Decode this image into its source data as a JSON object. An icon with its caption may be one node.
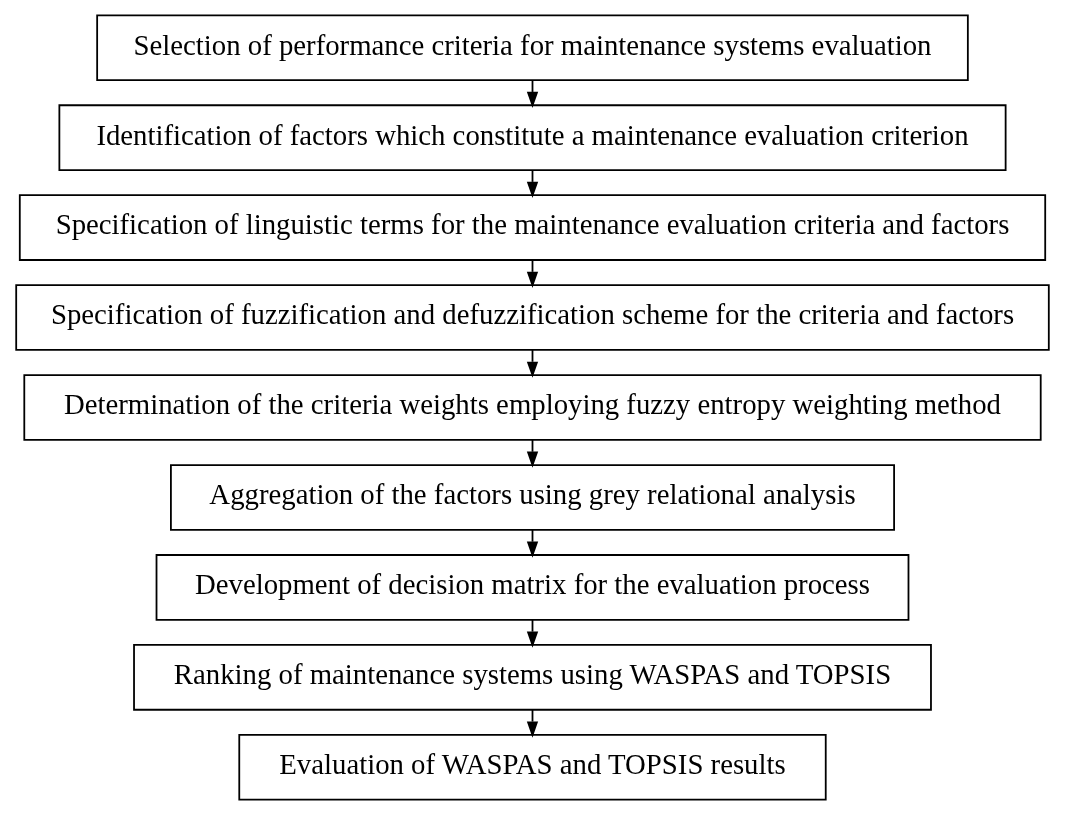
{
  "diagram": {
    "nodes": [
      {
        "text": [
          "Selection of performance criteria for maintenance systems evaluation"
        ]
      },
      {
        "text": [
          "Identification of factors which constitute a maintenance evaluation criterion"
        ]
      },
      {
        "text": [
          "Specification of linguistic terms for the maintenance evaluation criteria and factors"
        ]
      },
      {
        "text": [
          "Specification of fuzzification and defuzzification scheme for the criteria and factors"
        ]
      },
      {
        "text": [
          "Determination of the criteria weights employing fuzzy entropy weighting method"
        ]
      },
      {
        "text": [
          "Aggregation of the factors using grey relational analysis"
        ]
      },
      {
        "text": [
          "Development of decision matrix for the evaluation process"
        ]
      },
      {
        "text": [
          "Ranking of maintenance systems using WASPAS and TOPSIS"
        ]
      },
      {
        "text": [
          "Evaluation of WASPAS and TOPSIS results"
        ]
      }
    ],
    "edges": [
      {
        "from": 0,
        "to": 1,
        "arrow": "to"
      },
      {
        "from": 1,
        "to": 2,
        "arrow": "to"
      },
      {
        "from": 2,
        "to": 3,
        "arrow": "to"
      },
      {
        "from": 3,
        "to": 4,
        "arrow": "to"
      },
      {
        "from": 4,
        "to": 5,
        "arrow": "to"
      },
      {
        "from": 5,
        "to": 6,
        "arrow": "to"
      },
      {
        "from": 6,
        "to": 7,
        "arrow": "to"
      },
      {
        "from": 7,
        "to": 8,
        "arrow": "to"
      }
    ]
  }
}
